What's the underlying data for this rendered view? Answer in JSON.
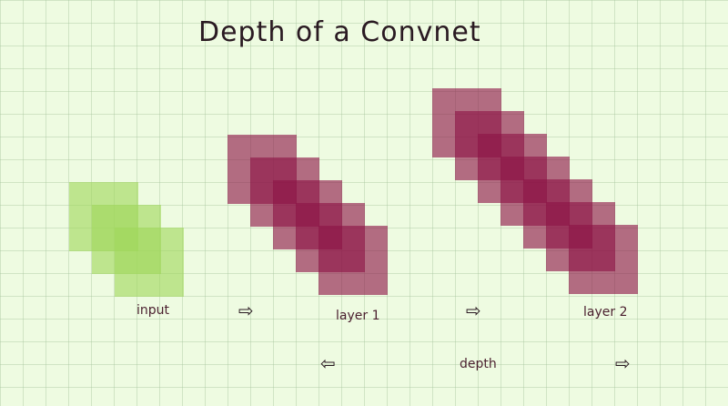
{
  "title": "Depth of a Convnet",
  "labels": {
    "input": "input",
    "layer1": "layer 1",
    "layer2": "layer 2",
    "depth": "depth"
  },
  "arrows": {
    "right": "⇨",
    "left": "⇦"
  },
  "colors": {
    "background": "#eefbe1",
    "input_fill": "#a0d75a",
    "layer_fill": "#8c1446",
    "text": "#4a1f2e"
  }
}
